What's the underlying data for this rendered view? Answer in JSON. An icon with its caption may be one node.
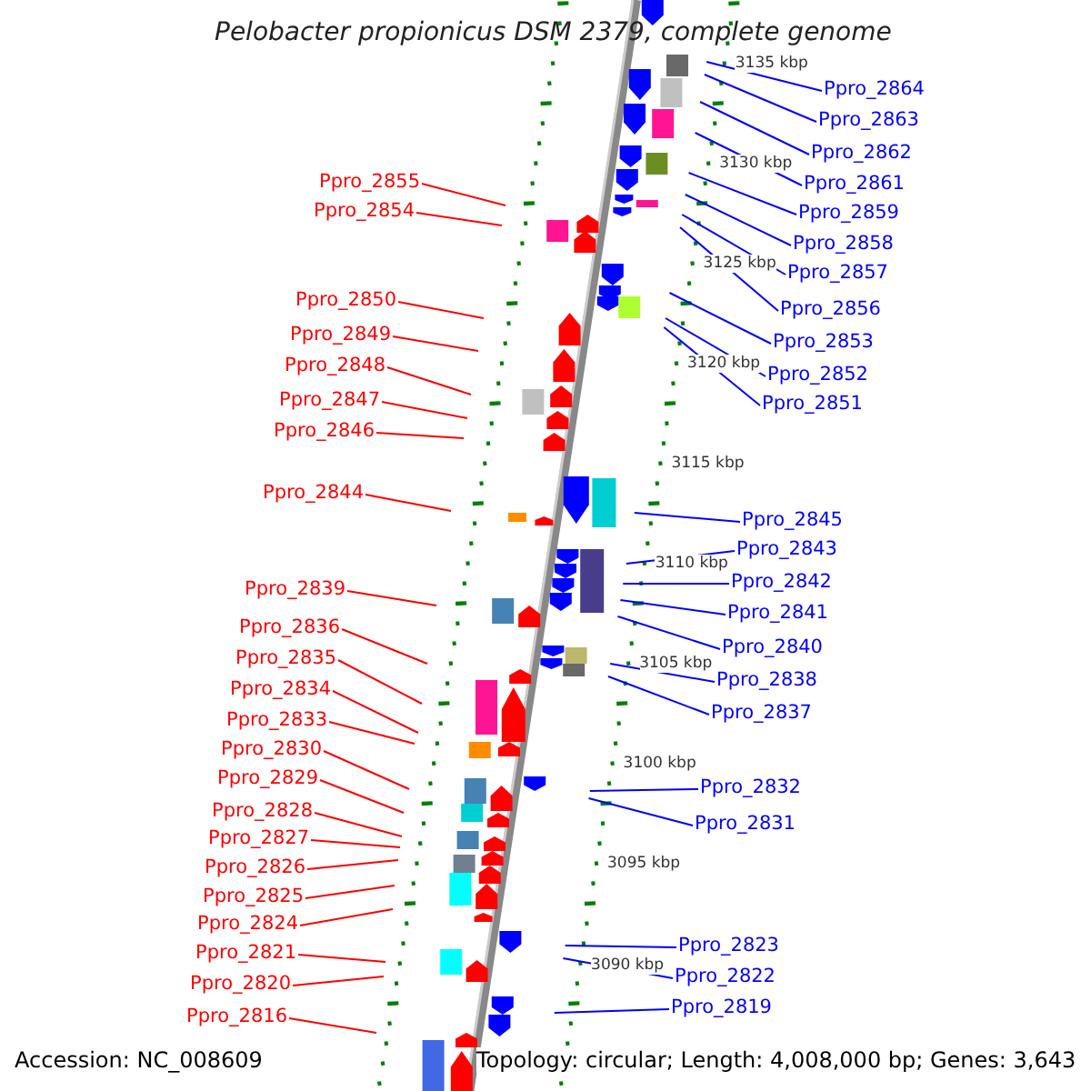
{
  "diagram": {
    "title": "Pelobacter propionicus DSM 2379, complete genome",
    "nodes": [
      {
        "text": [
          "Ppro_2855"
        ]
      },
      {
        "text": [
          "Ppro_2854"
        ]
      },
      {
        "text": [
          "Ppro_2850"
        ]
      },
      {
        "text": [
          "Ppro_2849"
        ]
      },
      {
        "text": [
          "Ppro_2848"
        ]
      },
      {
        "text": [
          "Ppro_2847"
        ]
      },
      {
        "text": [
          "Ppro_2846"
        ]
      },
      {
        "text": [
          "Ppro_2844"
        ]
      },
      {
        "text": [
          "Ppro_2839"
        ]
      },
      {
        "text": [
          "Ppro_2836"
        ]
      },
      {
        "text": [
          "Ppro_2835"
        ]
      },
      {
        "text": [
          "Ppro_2834"
        ]
      },
      {
        "text": [
          "Ppro_2833"
        ]
      },
      {
        "text": [
          "Ppro_2830"
        ]
      },
      {
        "text": [
          "Ppro_2829"
        ]
      },
      {
        "text": [
          "Ppro_2828"
        ]
      },
      {
        "text": [
          "Ppro_2827"
        ]
      },
      {
        "text": [
          "Ppro_2826"
        ]
      },
      {
        "text": [
          "Ppro_2825"
        ]
      },
      {
        "text": [
          "Ppro_2824"
        ]
      },
      {
        "text": [
          "Ppro_2821"
        ]
      },
      {
        "text": [
          "Ppro_2820"
        ]
      },
      {
        "text": [
          "Ppro_2816"
        ]
      },
      {
        "text": [
          "Ppro_2864"
        ]
      },
      {
        "text": [
          "Ppro_2863"
        ]
      },
      {
        "text": [
          "Ppro_2862"
        ]
      },
      {
        "text": [
          "Ppro_2861"
        ]
      },
      {
        "text": [
          "Ppro_2859"
        ]
      },
      {
        "text": [
          "Ppro_2858"
        ]
      },
      {
        "text": [
          "Ppro_2857"
        ]
      },
      {
        "text": [
          "Ppro_2856"
        ]
      },
      {
        "text": [
          "Ppro_2853"
        ]
      },
      {
        "text": [
          "Ppro_2852"
        ]
      },
      {
        "text": [
          "Ppro_2851"
        ]
      },
      {
        "text": [
          "Ppro_2845"
        ]
      },
      {
        "text": [
          "Ppro_2843"
        ]
      },
      {
        "text": [
          "Ppro_2842"
        ]
      },
      {
        "text": [
          "Ppro_2841"
        ]
      },
      {
        "text": [
          "Ppro_2840"
        ]
      },
      {
        "text": [
          "Ppro_2838"
        ]
      },
      {
        "text": [
          "Ppro_2837"
        ]
      },
      {
        "text": [
          "Ppro_2832"
        ]
      },
      {
        "text": [
          "Ppro_2831"
        ]
      },
      {
        "text": [
          "Ppro_2823"
        ]
      },
      {
        "text": [
          "Ppro_2822"
        ]
      },
      {
        "text": [
          "Ppro_2819"
        ]
      }
    ],
    "edges": [
      {
        "from": 0,
        "to": null,
        "arrow": "none",
        "color": "#ff0000"
      },
      {
        "from": 1,
        "to": null,
        "arrow": "none",
        "color": "#ff0000"
      },
      {
        "from": 2,
        "to": null,
        "arrow": "none",
        "color": "#ff0000"
      },
      {
        "from": 3,
        "to": null,
        "arrow": "none",
        "color": "#ff0000"
      },
      {
        "from": 4,
        "to": null,
        "arrow": "none",
        "color": "#ff0000"
      },
      {
        "from": 5,
        "to": null,
        "arrow": "none",
        "color": "#ff0000"
      },
      {
        "from": 6,
        "to": null,
        "arrow": "none",
        "color": "#ff0000"
      },
      {
        "from": 7,
        "to": null,
        "arrow": "none",
        "color": "#ff0000"
      },
      {
        "from": 8,
        "to": null,
        "arrow": "none",
        "color": "#ff0000"
      },
      {
        "from": 9,
        "to": null,
        "arrow": "none",
        "color": "#ff0000"
      },
      {
        "from": 10,
        "to": null,
        "arrow": "none",
        "color": "#ff0000"
      },
      {
        "from": 11,
        "to": null,
        "arrow": "none",
        "color": "#ff0000"
      },
      {
        "from": 12,
        "to": null,
        "arrow": "none",
        "color": "#ff0000"
      },
      {
        "from": 13,
        "to": null,
        "arrow": "none",
        "color": "#ff0000"
      },
      {
        "from": 14,
        "to": null,
        "arrow": "none",
        "color": "#ff0000"
      },
      {
        "from": 15,
        "to": null,
        "arrow": "none",
        "color": "#ff0000"
      },
      {
        "from": 16,
        "to": null,
        "arrow": "none",
        "color": "#ff0000"
      },
      {
        "from": 17,
        "to": null,
        "arrow": "none",
        "color": "#ff0000"
      },
      {
        "from": 18,
        "to": null,
        "arrow": "none",
        "color": "#ff0000"
      },
      {
        "from": 19,
        "to": null,
        "arrow": "none",
        "color": "#ff0000"
      },
      {
        "from": 20,
        "to": null,
        "arrow": "none",
        "color": "#ff0000"
      },
      {
        "from": 21,
        "to": null,
        "arrow": "none",
        "color": "#ff0000"
      },
      {
        "from": 22,
        "to": null,
        "arrow": "none",
        "color": "#ff0000"
      },
      {
        "from": 23,
        "to": null,
        "arrow": "none",
        "color": "#0000ff"
      },
      {
        "from": 24,
        "to": null,
        "arrow": "none",
        "color": "#0000ff"
      },
      {
        "from": 25,
        "to": null,
        "arrow": "none",
        "color": "#0000ff"
      },
      {
        "from": 26,
        "to": null,
        "arrow": "none",
        "color": "#0000ff"
      },
      {
        "from": 27,
        "to": null,
        "arrow": "none",
        "color": "#0000ff"
      },
      {
        "from": 28,
        "to": null,
        "arrow": "none",
        "color": "#0000ff"
      },
      {
        "from": 29,
        "to": null,
        "arrow": "none",
        "color": "#0000ff"
      },
      {
        "from": 30,
        "to": null,
        "arrow": "none",
        "color": "#0000ff"
      },
      {
        "from": 31,
        "to": null,
        "arrow": "none",
        "color": "#0000ff"
      },
      {
        "from": 32,
        "to": null,
        "arrow": "none",
        "color": "#0000ff"
      },
      {
        "from": 33,
        "to": null,
        "arrow": "none",
        "color": "#0000ff"
      },
      {
        "from": 34,
        "to": null,
        "arrow": "none",
        "color": "#0000ff"
      },
      {
        "from": 35,
        "to": null,
        "arrow": "none",
        "color": "#0000ff"
      },
      {
        "from": 36,
        "to": null,
        "arrow": "none",
        "color": "#0000ff"
      },
      {
        "from": 37,
        "to": null,
        "arrow": "none",
        "color": "#0000ff"
      },
      {
        "from": 38,
        "to": null,
        "arrow": "none",
        "color": "#0000ff"
      },
      {
        "from": 39,
        "to": null,
        "arrow": "none",
        "color": "#0000ff"
      },
      {
        "from": 40,
        "to": null,
        "arrow": "none",
        "color": "#0000ff"
      },
      {
        "from": 41,
        "to": null,
        "arrow": "none",
        "color": "#0000ff"
      },
      {
        "from": 42,
        "to": null,
        "arrow": "none",
        "color": "#0000ff"
      },
      {
        "from": 43,
        "to": null,
        "arrow": "none",
        "color": "#0000ff"
      },
      {
        "from": 44,
        "to": null,
        "arrow": "none",
        "color": "#0000ff"
      },
      {
        "from": 45,
        "to": null,
        "arrow": "none",
        "color": "#0000ff"
      }
    ],
    "labels": [
      "3135 kbp",
      "3130 kbp",
      "3125 kbp",
      "3120 kbp",
      "3115 kbp",
      "3110 kbp",
      "3105 kbp",
      "3100 kbp",
      "3095 kbp",
      "3090 kbp",
      "Accession: NC_008609",
      "Topology: circular; Length: 4,008,000 bp; Genes: 3,643"
    ]
  }
}
